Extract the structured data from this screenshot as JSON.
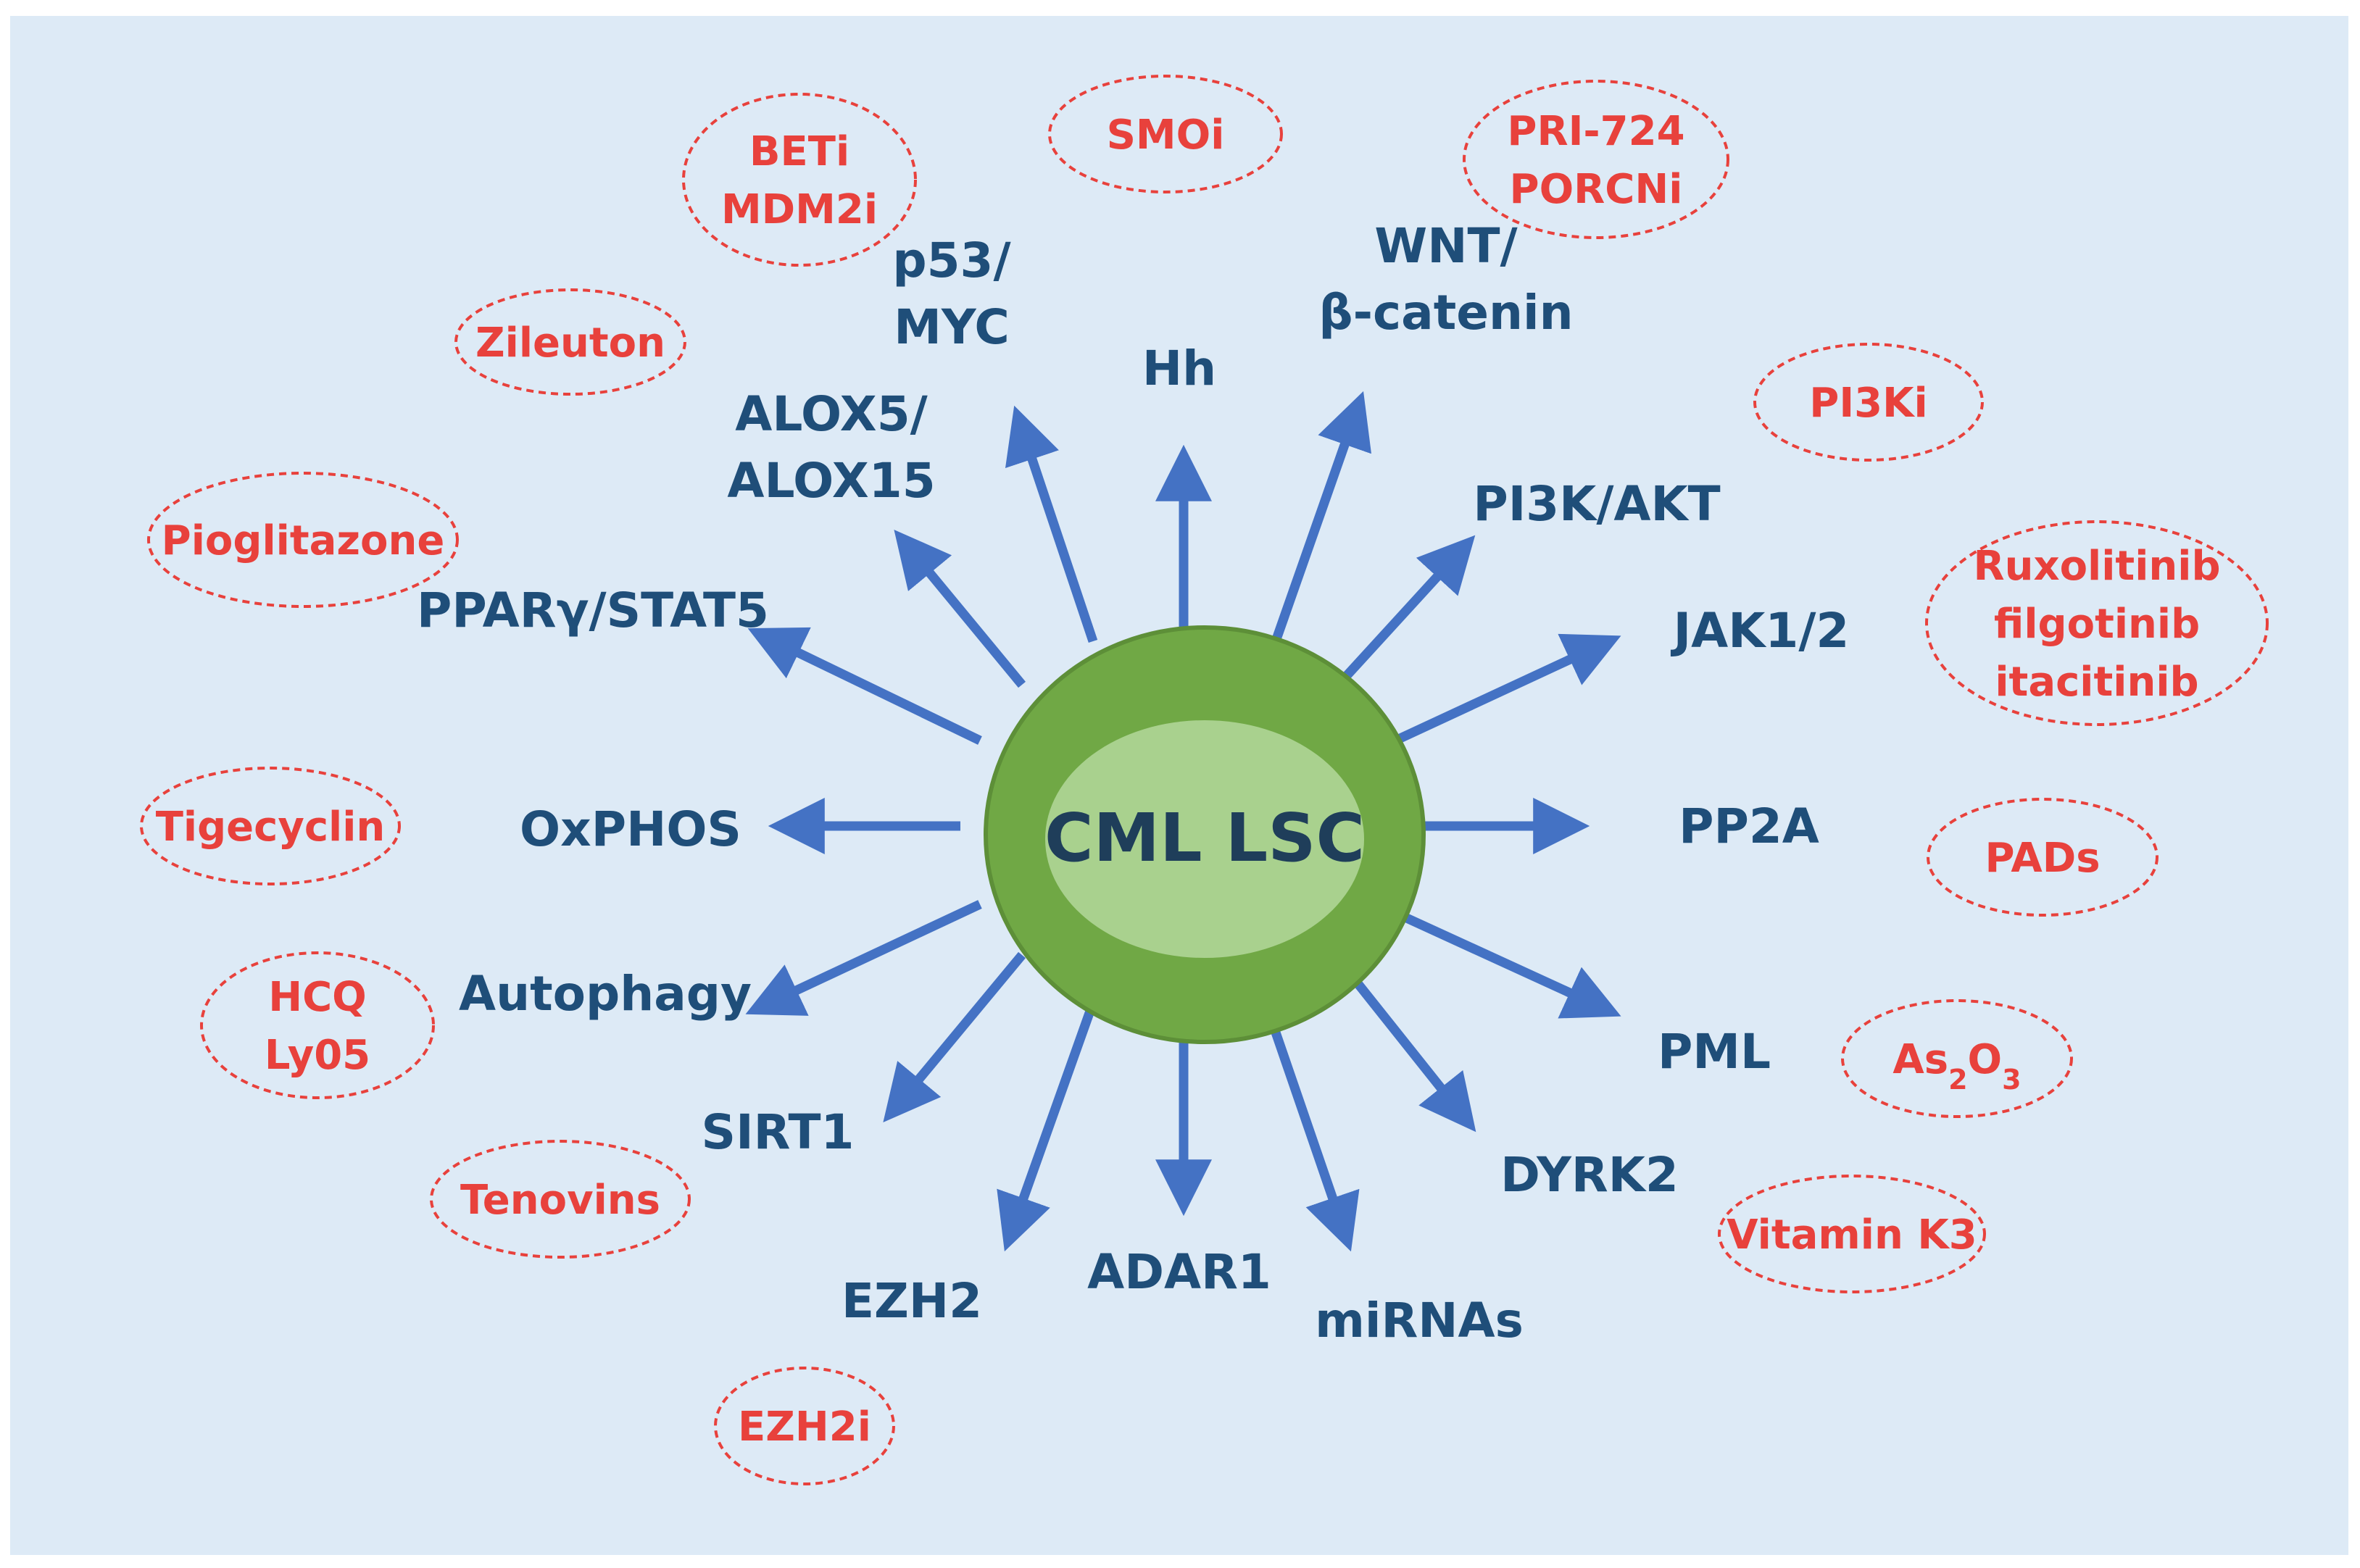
{
  "colors": {
    "background": "#ddeaf6",
    "arrow": "#4472c4",
    "pathway_text": "#1f4e79",
    "drug_text": "#e8413c",
    "drug_outline": "#e8413c",
    "cell_outer": "#70a845",
    "cell_outer_stroke": "#5d8f38",
    "cell_inner": "#a9d18e",
    "cell_text": "#1f3e5a"
  },
  "center": {
    "label": "CML LSC"
  },
  "pathways": [
    {
      "id": "p53-myc",
      "lines": [
        "p53/",
        "MYC"
      ]
    },
    {
      "id": "hh",
      "lines": [
        "Hh"
      ]
    },
    {
      "id": "wnt",
      "lines": [
        "WNT/",
        "β-catenin"
      ]
    },
    {
      "id": "pi3k-akt",
      "lines": [
        "PI3K/AKT"
      ]
    },
    {
      "id": "jak",
      "lines": [
        "JAK1/2"
      ]
    },
    {
      "id": "pp2a",
      "lines": [
        "PP2A"
      ]
    },
    {
      "id": "pml",
      "lines": [
        "PML"
      ]
    },
    {
      "id": "dyrk2",
      "lines": [
        "DYRK2"
      ]
    },
    {
      "id": "mirnas",
      "lines": [
        "miRNAs"
      ]
    },
    {
      "id": "adar1",
      "lines": [
        "ADAR1"
      ]
    },
    {
      "id": "ezh2",
      "lines": [
        "EZH2"
      ]
    },
    {
      "id": "sirt1",
      "lines": [
        "SIRT1"
      ]
    },
    {
      "id": "autophagy",
      "lines": [
        "Autophagy"
      ]
    },
    {
      "id": "oxphos",
      "lines": [
        "OxPHOS"
      ]
    },
    {
      "id": "ppar",
      "lines": [
        "PPARγ/STAT5"
      ]
    },
    {
      "id": "alox",
      "lines": [
        "ALOX5/",
        "ALOX15"
      ]
    }
  ],
  "drugs": [
    {
      "id": "beti-mdm2i",
      "lines": [
        "BETi",
        "MDM2i"
      ]
    },
    {
      "id": "smoi",
      "lines": [
        "SMOi"
      ]
    },
    {
      "id": "pri-porcni",
      "lines": [
        "PRI-724",
        "PORCNi"
      ]
    },
    {
      "id": "zileuton",
      "lines": [
        "Zileuton"
      ]
    },
    {
      "id": "pi3ki",
      "lines": [
        "PI3Ki"
      ]
    },
    {
      "id": "pioglitazone",
      "lines": [
        "Pioglitazone"
      ]
    },
    {
      "id": "jak-inhibitors",
      "lines": [
        "Ruxolitinib",
        "filgotinib",
        "itacitinib"
      ]
    },
    {
      "id": "tigecyclin",
      "lines": [
        "Tigecyclin"
      ]
    },
    {
      "id": "pads",
      "lines": [
        "PADs"
      ]
    },
    {
      "id": "hcq-ly05",
      "lines": [
        "HCQ",
        "Ly05"
      ]
    },
    {
      "id": "as2o3",
      "lines": [
        "As2O3"
      ]
    },
    {
      "id": "tenovins",
      "lines": [
        "Tenovins"
      ]
    },
    {
      "id": "vitamin-k3",
      "lines": [
        "Vitamin K3"
      ]
    },
    {
      "id": "ezh2i",
      "lines": [
        "EZH2i"
      ]
    }
  ]
}
